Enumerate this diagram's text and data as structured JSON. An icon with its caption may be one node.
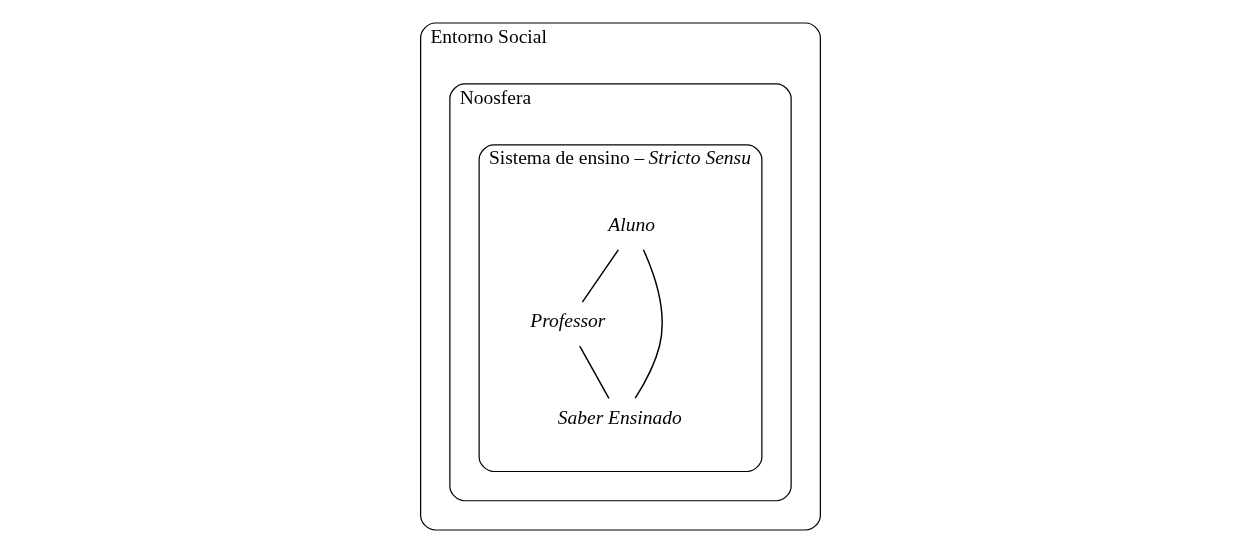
{
  "diagram": {
    "nodes": [
      {
        "text": [
          "Entorno Social"
        ]
      },
      {
        "text": [
          "Noosfera"
        ],
        "in": 0
      },
      {
        "text": [
          "Sistema de ensino – *Stricto Sensu*"
        ],
        "in": 1
      },
      {
        "text": [
          "Professor"
        ],
        "in": 2
      },
      {
        "text": [
          "Aluno"
        ],
        "in": 2
      },
      {
        "text": [
          "Saber Ensinado"
        ],
        "in": 2
      }
    ],
    "edges": [
      {
        "from": 4,
        "to": 3,
        "arrow": "none"
      },
      {
        "from": 3,
        "to": 5,
        "arrow": "none"
      },
      {
        "from": 4,
        "to": 5,
        "arrow": "none"
      }
    ]
  }
}
